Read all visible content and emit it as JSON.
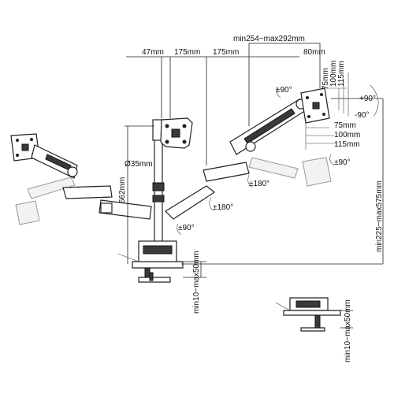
{
  "dimensions": {
    "top_range": "min254~max292mm",
    "arm_47": "47mm",
    "arm_175a": "175mm",
    "arm_175b": "175mm",
    "offset_80": "80mm",
    "vesa_75_v": "75mm",
    "vesa_100_v": "100mm",
    "vesa_115_v": "115mm",
    "vesa_75_h": "75mm",
    "vesa_100_h": "100mm",
    "vesa_115_h": "115mm",
    "pole_diameter": "Ø35mm",
    "pole_height": "562mm",
    "height_range": "min225~max575mm",
    "clamp_range": "min10~max50mm",
    "grommet_range": "min10~max50mm"
  },
  "angles": {
    "tilt_up": "+90°",
    "tilt_down": "-90°",
    "swivel_top": "±90°",
    "swivel_right": "±90°",
    "rotate_forearm": "±180°",
    "rotate_lower_arm": "±180°",
    "rotate_base": "±90°"
  },
  "colors": {
    "line": "#222222",
    "ghost": "#9a9a9a",
    "dark": "#3a3a3a"
  }
}
